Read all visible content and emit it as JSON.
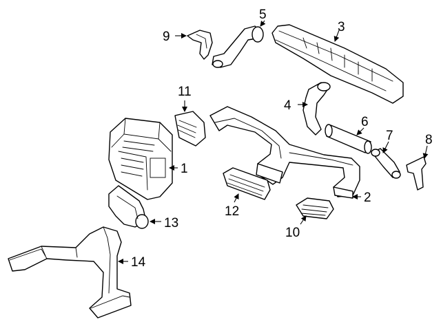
{
  "parts": [
    {
      "id": "1",
      "label": "1"
    },
    {
      "id": "2",
      "label": "2"
    },
    {
      "id": "3",
      "label": "3"
    },
    {
      "id": "4",
      "label": "4"
    },
    {
      "id": "5",
      "label": "5"
    },
    {
      "id": "6",
      "label": "6"
    },
    {
      "id": "7",
      "label": "7"
    },
    {
      "id": "8",
      "label": "8"
    },
    {
      "id": "9",
      "label": "9"
    },
    {
      "id": "10",
      "label": "10"
    },
    {
      "id": "11",
      "label": "11"
    },
    {
      "id": "12",
      "label": "12"
    },
    {
      "id": "13",
      "label": "13"
    },
    {
      "id": "14",
      "label": "14"
    }
  ]
}
